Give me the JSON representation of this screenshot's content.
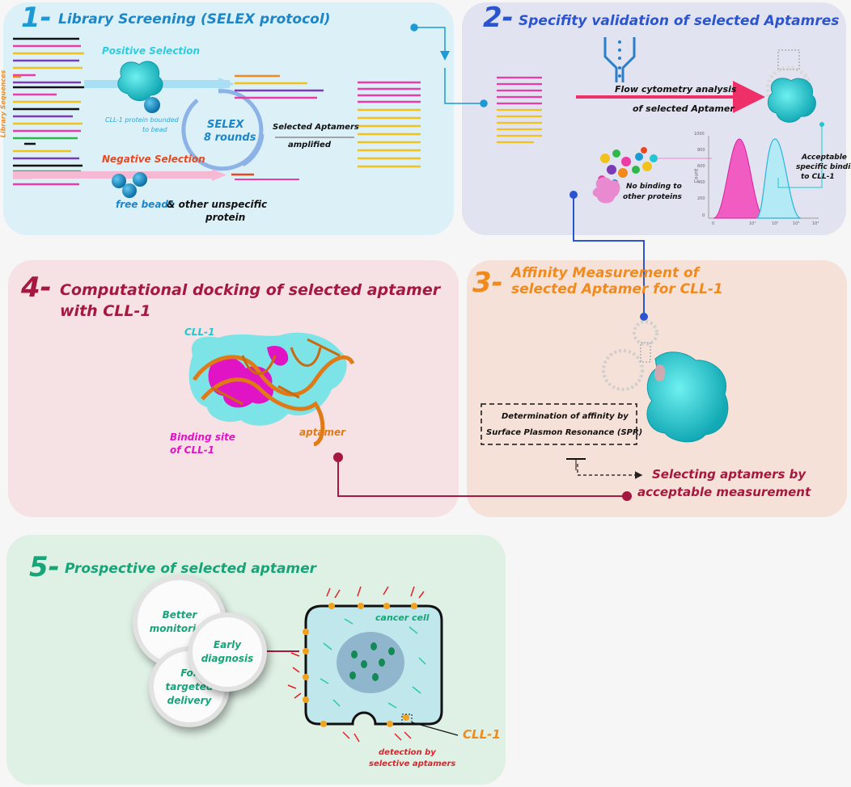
{
  "panel1": {
    "num": "1-",
    "title": "Library Screening (SELEX protocol)",
    "library_label": "Library Sequences",
    "positive": "Positive Selection",
    "protein_note_1": "CLL-1 protein bounded",
    "protein_note_2": "to bead",
    "selex_1": "SELEX",
    "selex_2": "8 rounds",
    "selected_1": "Selected Aptamers",
    "selected_2": "amplified",
    "negative": "Negative Selection",
    "free_beads": "free beads",
    "other_1": "& other unspecific",
    "other_2": "protein"
  },
  "panel2": {
    "num": "2-",
    "title": "Specifity validation of selected Aptamres",
    "flow_1": "Flow cytometry analysis",
    "flow_2": "of selected Aptamer",
    "no_binding_1": "No binding to",
    "no_binding_2": "other proteins",
    "acceptable_1": "Acceptable",
    "acceptable_2": "specific binding",
    "acceptable_3": "to CLL-1",
    "y_axis": "Count",
    "y_ticks": [
      "1000",
      "800",
      "600",
      "400",
      "200",
      "0"
    ],
    "x_ticks": [
      "0",
      "10¹",
      "10²",
      "10³",
      "10⁴"
    ]
  },
  "panel3": {
    "num": "3-",
    "title_1": "Affinity Measurement of",
    "title_2": "selected Aptamer for CLL-1",
    "spr_1": "Determination of affinity by",
    "spr_2": "Surface Plasmon Resonance (SPR)",
    "select_1": "Selecting aptamers by",
    "select_2": "acceptable measurement"
  },
  "panel4": {
    "num": "4-",
    "title_1": "Computational docking of selected aptamer",
    "title_2": "with CLL-1",
    "cll1": "CLL-1",
    "binding_1": "Binding site",
    "binding_2": "of CLL-1",
    "aptamer": "aptamer"
  },
  "panel5": {
    "num": "5-",
    "title": "Prospective of selected aptamer",
    "c1_1": "Better",
    "c1_2": "monitoring",
    "c2_1": "Early",
    "c2_2": "diagnosis",
    "c3_1": "For",
    "c3_2": "targeted",
    "c3_3": "delivery",
    "cancer": "cancer cell",
    "cll1": "CLL-1",
    "detect_1": "detection by",
    "detect_2": "selective aptamers"
  },
  "colors": {
    "p1_bg": "#dcf0f8",
    "p2_bg": "#e2e3f0",
    "p3_bg": "#f6e1d8",
    "p4_bg": "#f6e2e4",
    "p5_bg": "#dff0e4",
    "cyan": "#1fc8d0",
    "magenta": "#ec1fb8",
    "orange": "#f18a1c",
    "crimson": "#a5183f",
    "blue": "#2a55cf",
    "green": "#16a478"
  }
}
